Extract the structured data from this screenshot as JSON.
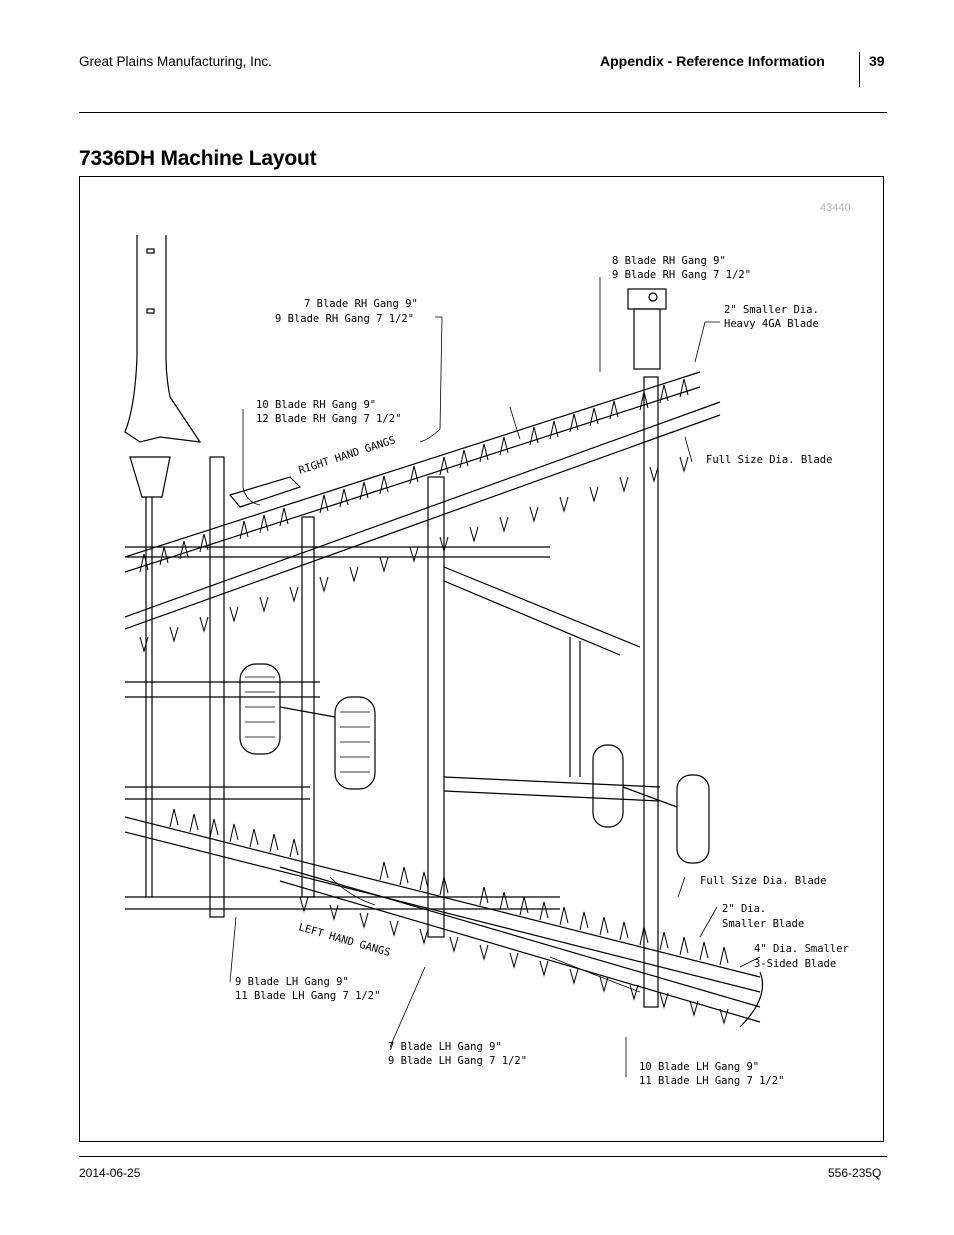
{
  "header": {
    "company": "Great Plains Manufacturing, Inc.",
    "section": "Appendix - Reference Information",
    "page_number": "39"
  },
  "title": "7336DH Machine Layout",
  "figure": {
    "number": "43440",
    "labels": {
      "rh_8_blade": "8 Blade RH Gang 9\"",
      "rh_9_blade_75": "9 Blade RH Gang 7 1/2\"",
      "rh_7_blade": "7 Blade RH Gang 9\"",
      "rh_9_blade_75_b": "9 Blade RH Gang 7 1/2\"",
      "rh_10_blade": "10 Blade RH Gang 9\"",
      "rh_12_blade_75": "12 Blade RH Gang 7 1/2\"",
      "right_hand_gangs": "RIGHT HAND GANGS",
      "smaller_dia_1": "2\" Smaller Dia.",
      "smaller_dia_2": "Heavy 4GA Blade",
      "full_size_top": "Full Size Dia. Blade",
      "full_size_bottom": "Full Size Dia. Blade",
      "dia_2_1": "2\" Dia.",
      "dia_2_2": "Smaller Blade",
      "dia_4_1": "4\" Dia. Smaller",
      "dia_4_2": "3-Sided Blade",
      "left_hand_gangs": "LEFT HAND GANGS",
      "lh_9_blade": "9 Blade LH Gang 9\"",
      "lh_11_blade_75": "11 Blade LH Gang 7 1/2\"",
      "lh_7_blade": "7 Blade LH Gang 9\"",
      "lh_9_blade_75": "9 Blade LH Gang 7 1/2\"",
      "lh_10_blade": "10 Blade LH Gang 9\"",
      "lh_11_blade_75_b": "11 Blade LH Gang 7 1/2\""
    }
  },
  "footer": {
    "date": "2014-06-25",
    "doc_number": "556-235Q"
  }
}
